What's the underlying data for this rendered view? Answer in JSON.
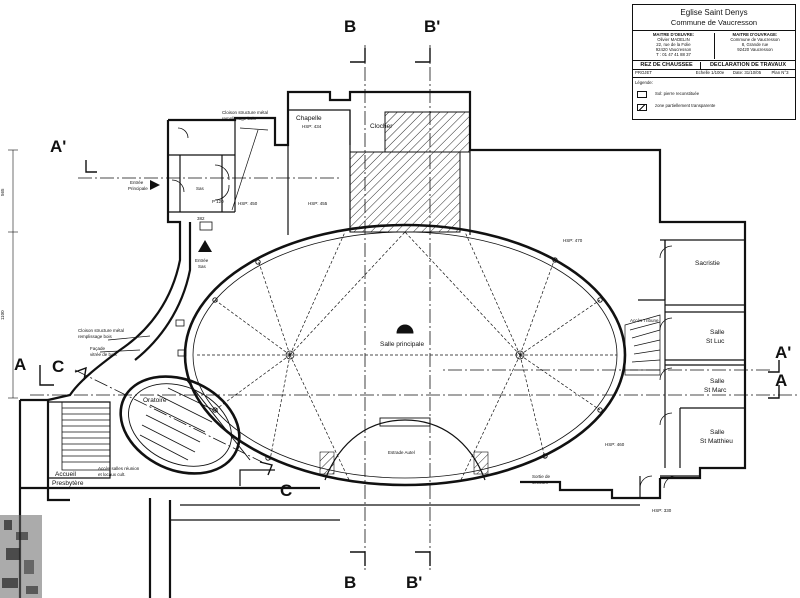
{
  "title_block": {
    "church": "Eglise Saint Denys",
    "commune": "Commune de Vaucresson",
    "moe_title": "MAITRE D'OEUVRE:",
    "moe_name": "Olivier MADELIN",
    "moe_addr1": "22, rue de la Folie",
    "moe_addr2": "92420 Vaucresson",
    "moe_tel": "T : 01 47 41 88 37",
    "mo_title": "MAITRE D'OUVRAGE:",
    "mo_name": "Commune de Vaucresson",
    "mo_addr1": "8, Grande rue",
    "mo_addr2": "92420 Vaucresson",
    "level": "REZ DE CHAUSSEE",
    "declaration": "DECLARATION DE TRAVAUX",
    "phase": "PROJET",
    "scale": "Echelle 1/100e",
    "date": "Date: 31/10/05",
    "sheet": "Plan N°3",
    "legend_title": "Légende:",
    "legend_1": "Sol: pierre reconstituée",
    "legend_2": "zone partiellement transparente"
  },
  "section_marks": {
    "b_top": "B",
    "bp_top": "B'",
    "b_bottom": "B",
    "bp_bottom": "B'",
    "ap_left": "A'",
    "a_left": "A",
    "ap_right": "A'",
    "a_right": "A",
    "c_left": "C",
    "c_bottom": "C"
  },
  "rooms": {
    "chapelle": "Chapelle",
    "chapelle_hsp": "HSP: 434",
    "clocher": "Clocher",
    "salle_principale": "Salle principale",
    "sacristie": "Sacristie",
    "salle_st_luc": [
      "Salle",
      "St Luc"
    ],
    "salle_st_marc": [
      "Salle",
      "St Marc"
    ],
    "salle_st_matthieu": [
      "Salle",
      "St Matthieu"
    ],
    "oratoire": "Oratoire",
    "accueil": [
      "Accueil",
      "Presbytère"
    ],
    "sas": "Sas",
    "entree_principale": [
      "Entrée",
      "Principale"
    ],
    "entree_sas": [
      "Entrée",
      "Sas"
    ],
    "estrade": "Estrade Autel",
    "sortie_secours": [
      "Sortie de",
      "secours"
    ],
    "acces_tribune": "Accès Tribune",
    "hsp_450": "HSP: 450",
    "hsp_455": "HSP: 455",
    "hsp_460": "HSP: 460",
    "hsp_470": "HSP: 470",
    "hsp_330": "HSP: 330",
    "sas_area": "382",
    "door_p120": "P 120"
  },
  "notes": {
    "cloison_1": [
      "Cloison structure métal",
      "remplissage bois"
    ],
    "cloison_2": [
      "Cloison structure métal",
      "remplissage bois"
    ],
    "facade": [
      "Façade",
      "vitrée de bois"
    ],
    "acces_salles": [
      "Accès salles réunion",
      "et locaux cult."
    ]
  },
  "dimensions": {
    "d1": "565",
    "d2": "1100"
  }
}
